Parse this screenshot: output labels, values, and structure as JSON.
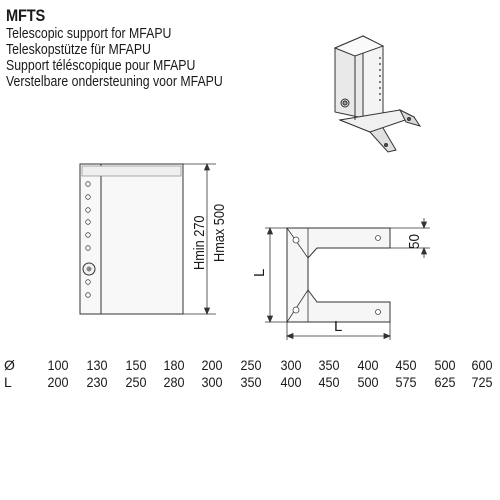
{
  "product": {
    "code": "MFTS",
    "descriptions": [
      "Telescopic support for MFAPU",
      "Teleskopstütze für MFAPU",
      "Support téléscopique pour MFAPU",
      "Verstelbare ondersteuning voor MFAPU"
    ]
  },
  "drawing": {
    "hmin_label": "Hmin 270",
    "hmax_label": "Hmax 500",
    "l_vertical_label": "L",
    "l_horizontal_label": "L",
    "depth_label": "50"
  },
  "table": {
    "diameter_label": "Ø",
    "length_label": "L",
    "diameters": [
      "100",
      "130",
      "150",
      "180",
      "200",
      "250",
      "300",
      "350",
      "400",
      "450",
      "500",
      "600"
    ],
    "lengths": [
      "200",
      "230",
      "250",
      "280",
      "300",
      "350",
      "400",
      "450",
      "500",
      "575",
      "625",
      "725"
    ]
  }
}
